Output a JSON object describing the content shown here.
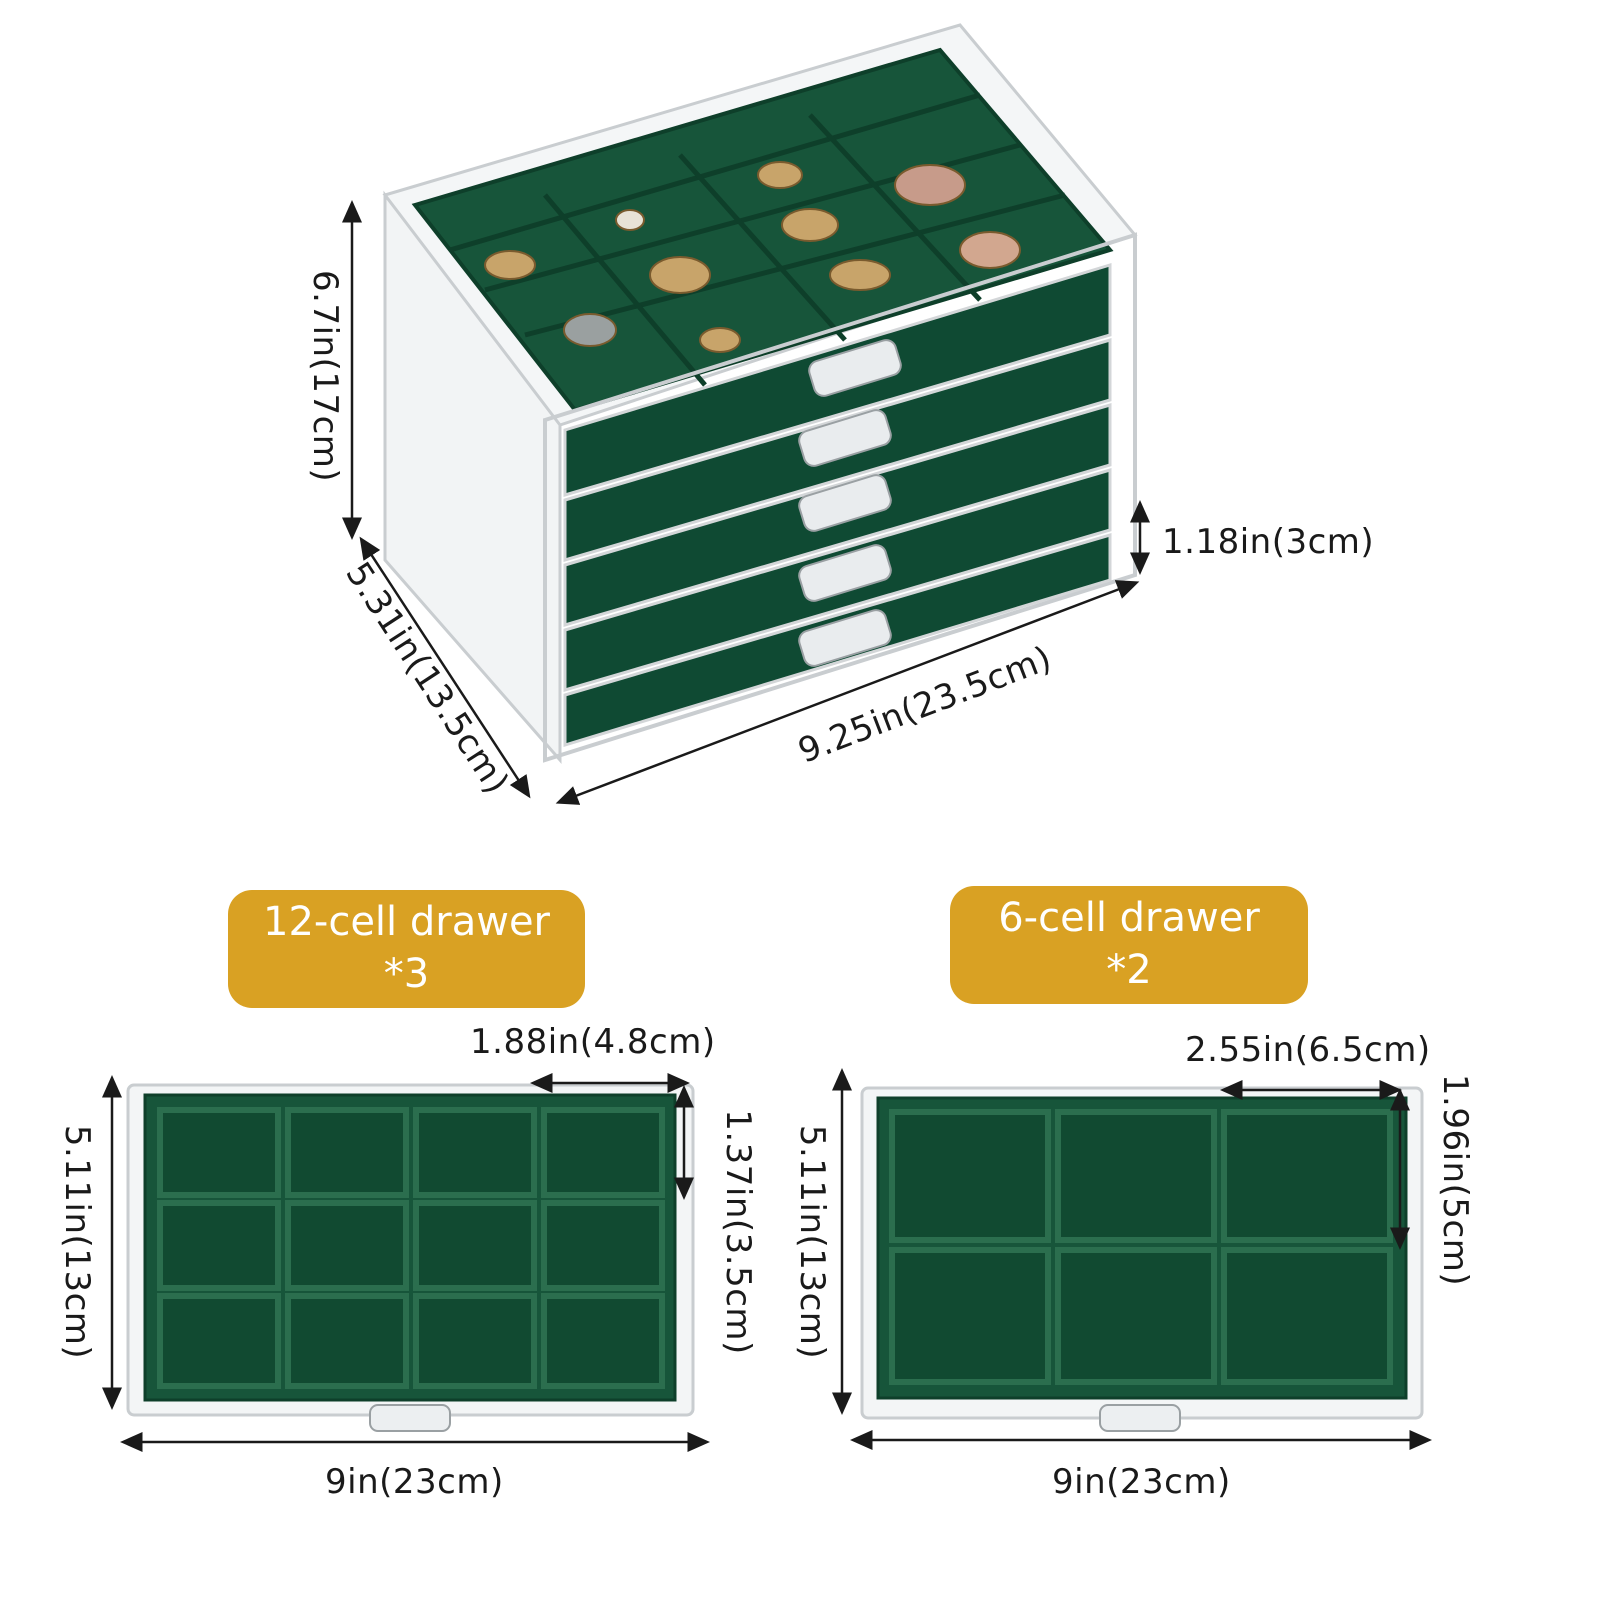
{
  "colors": {
    "velvet_green": "#17553A",
    "velvet_green_dark": "#0E3F2A",
    "badge_gold": "#D9A123",
    "acrylic_edge": "#C9CDD0",
    "text": "#1a1a1a"
  },
  "top": {
    "height_label": "6.7in(17cm)",
    "drawer_height_label": "1.18in(3cm)",
    "depth_label": "5.31in(13.5cm)",
    "width_label": "9.25in(23.5cm)"
  },
  "drawer12": {
    "badge_line1": "12-cell drawer",
    "badge_line2": "*3",
    "cell_width_label": "1.88in(4.8cm)",
    "cell_height_label": "1.37in(3.5cm)",
    "depth_label": "5.11in(13cm)",
    "width_label": "9in(23cm)"
  },
  "drawer6": {
    "badge_line1": "6-cell drawer",
    "badge_line2": "*2",
    "cell_width_label": "2.55in(6.5cm)",
    "cell_height_label": "1.96in(5cm)",
    "depth_label": "5.11in(13cm)",
    "width_label": "9in(23cm)"
  }
}
